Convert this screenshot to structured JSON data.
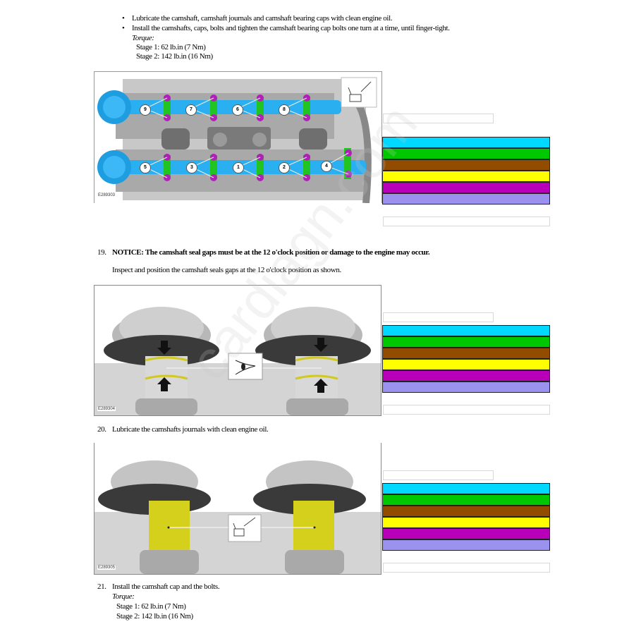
{
  "step18_continued": {
    "bullets": [
      "Lubricate the camshaft, camshaft journals and camshaft bearing caps with clean engine oil.",
      "Install the camshafts, caps, bolts and tighten the camshaft bearing cap bolts one turn at a time, until finger-tight."
    ],
    "torque_label": "Torque:",
    "stages": [
      "Stage 1:  62 lb.in (7 Nm)",
      "Stage 2:  142 lb.in (16 Nm)"
    ]
  },
  "figure1": {
    "id": "E289303",
    "sequence_upper": [
      "9",
      "7",
      "6",
      "8"
    ],
    "sequence_lower": [
      "5",
      "3",
      "1",
      "2",
      "4"
    ],
    "icon": "oil-can-icon"
  },
  "step19": {
    "number": "19.",
    "notice": "NOTICE: The camshaft seal gaps must be at the 12 o'clock position or damage to the engine may occur.",
    "instruction": "Inspect and position the camshaft seals gaps at the 12 o'clock position as shown."
  },
  "figure2": {
    "id": "E289304",
    "icon": "eye-inspect-icon"
  },
  "step20": {
    "number": "20.",
    "instruction": "Lubricate the camshafts journals with clean engine oil."
  },
  "figure3": {
    "id": "E289305",
    "icon": "oil-can-icon"
  },
  "step21": {
    "number": "21.",
    "instruction": "Install the camshaft cap and the bolts.",
    "torque_label": "Torque:",
    "stages": [
      "Stage 1:  62 lb.in (7 Nm)",
      "Stage 2:  142 lb.in (16 Nm)"
    ]
  },
  "legend_colors": [
    "#00d8ff",
    "#00c800",
    "#914c00",
    "#ffff00",
    "#b800b8",
    "#9b92f0"
  ],
  "watermark": "cardiagn.com"
}
